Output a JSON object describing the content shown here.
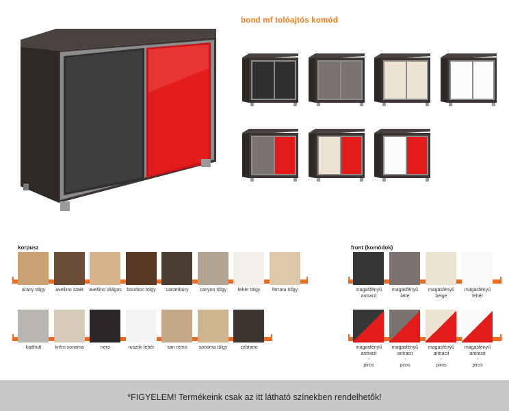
{
  "title": "bond mf tolóajtós komód",
  "colors": {
    "accent": "#f07d1a",
    "red": "#e31b1b",
    "dark_oak": "#3b3533"
  },
  "korpusz": {
    "label": "korpusz",
    "row1": [
      {
        "name": "arany tölgy",
        "color": "#c9a274"
      },
      {
        "name": "avellino sötét",
        "color": "#6b4e3a"
      },
      {
        "name": "avellino világos",
        "color": "#d8b48e"
      },
      {
        "name": "bourbon tölgy",
        "color": "#5a3a26"
      },
      {
        "name": "canterbury",
        "color": "#4a3d33"
      },
      {
        "name": "canyon tölgy",
        "color": "#b3a594"
      },
      {
        "name": "fehér tölgy",
        "color": "#f2efea"
      },
      {
        "name": "ferrara tölgy",
        "color": "#dcc9ac"
      }
    ],
    "row2": [
      {
        "name": "katthult",
        "color": "#b9b6b2"
      },
      {
        "name": "krém sonoma",
        "color": "#d6cbb8"
      },
      {
        "name": "nero",
        "color": "#2a2726"
      },
      {
        "name": "rusztik fehér",
        "color": "#f4f4f2"
      },
      {
        "name": "san remo",
        "color": "#c6a98b"
      },
      {
        "name": "sonoma tölgy",
        "color": "#cfb58f"
      },
      {
        "name": "zebrano",
        "color": "#3e3530"
      }
    ]
  },
  "front": {
    "label": "front (komódok)",
    "row1": [
      {
        "line1": "magasfényű",
        "line2": "antracit",
        "color": "#363636"
      },
      {
        "line1": "magasfényű",
        "line2": "latte",
        "color": "#7c7371"
      },
      {
        "line1": "magasfényű",
        "line2": "beige",
        "color": "#ece3d3"
      },
      {
        "line1": "magasfényű",
        "line2": "fehér",
        "color": "#fafafa"
      }
    ],
    "row2": [
      {
        "line1": "magasfényű",
        "line2": "antracit",
        "line3": "-",
        "line4": "piros",
        "color": "#363636"
      },
      {
        "line1": "magasfényű",
        "line2": "antracit",
        "line3": "-",
        "line4": "piros",
        "color": "#7c7371"
      },
      {
        "line1": "magasfényű",
        "line2": "antracit",
        "line3": "-",
        "line4": "piros",
        "color": "#ece3d3"
      },
      {
        "line1": "magasfényű",
        "line2": "antracit",
        "line3": "-",
        "line4": "piros",
        "color": "#fafafa"
      }
    ]
  },
  "footer_text": "*FIGYELEM! Termékeink csak az itt látható színekben rendelhetők!"
}
